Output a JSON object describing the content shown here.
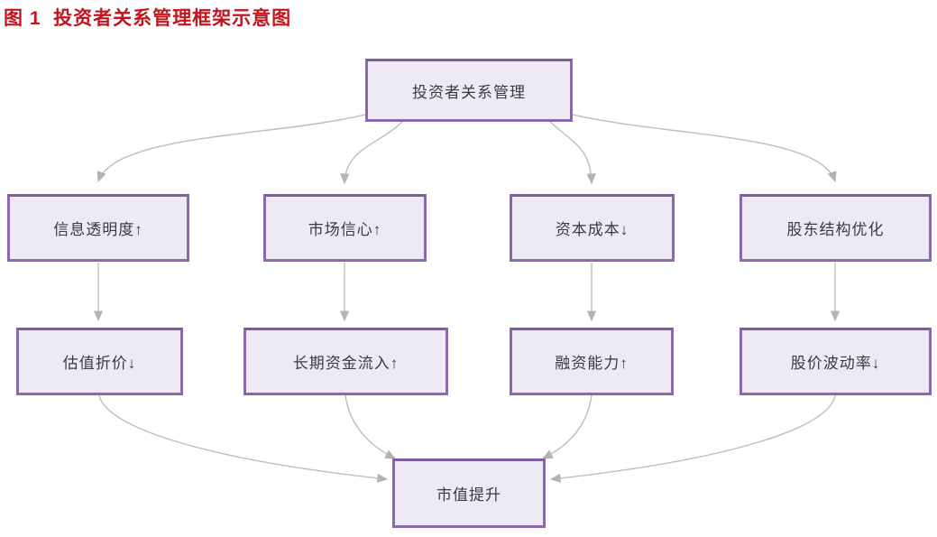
{
  "figure": {
    "caption": "图 1  投资者关系管理框架示意图"
  },
  "diagram": {
    "root": {
      "label": "投资者关系管理"
    },
    "factors": [
      {
        "label": "信息透明度↑"
      },
      {
        "label": "市场信心↑"
      },
      {
        "label": "资本成本↓"
      },
      {
        "label": "股东结构优化"
      }
    ],
    "outcomes": [
      {
        "label": "估值折价↓"
      },
      {
        "label": "长期资金流入↑"
      },
      {
        "label": "融资能力↑"
      },
      {
        "label": "股价波动率↓"
      }
    ],
    "sink": {
      "label": "市值提升"
    }
  },
  "colors": {
    "caption_red": "#c3141e",
    "node_fill": "#edeaf6",
    "node_border": "#8b68ad",
    "node_text": "#3b3b3b",
    "arrow_gray": "#bdbdbd"
  }
}
